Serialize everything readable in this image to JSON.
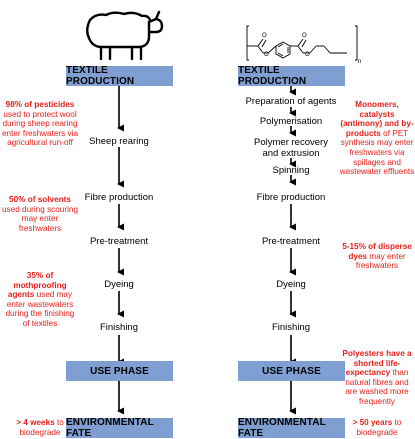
{
  "columns": [
    {
      "id": "wool",
      "icon": "sheep-icon",
      "header": "TEXTILE PRODUCTION",
      "steps": [
        "Sheep rearing",
        "Fibre production",
        "Pre-treatment",
        "Dyeing",
        "Finishing"
      ],
      "use_phase": "USE PHASE",
      "fate": "ENVIRONMENTAL FATE"
    },
    {
      "id": "polyester",
      "icon": "pet-structure-icon",
      "header": "TEXTILE PRODUCTION",
      "steps": [
        "Preparation of agents",
        "Polymerisation",
        "Polymer recovery\nand extrusion",
        "Spinning",
        "Fibre production",
        "Pre-treatment",
        "Dyeing",
        "Finishing"
      ],
      "use_phase": "USE PHASE",
      "fate": "ENVIRONMENTAL FATE"
    }
  ],
  "structure_label": "n",
  "notes_left": [
    {
      "bold": "98% of pesticides",
      "rest": " used to protect wool during sheep rearing enter freshwaters via agricultural run-off"
    },
    {
      "bold": "50% of solvents",
      "rest": " used during scouring may enter freshwaters"
    },
    {
      "bold": "35% of mothproofing agents",
      "rest": " used may enter wastewaters during the finishing of textiles"
    },
    {
      "bold": "> 4 weeks",
      "rest": " to biodegrade"
    }
  ],
  "notes_right": [
    {
      "bold": "Monomers, catalysts (antimony) and by-products",
      "rest": " of PET synthesis may enter freshwaters via spillages and wastewater effluents"
    },
    {
      "bold": "5-15% of disperse dyes",
      "rest": " may enter freshwaters"
    },
    {
      "bold": "Polyesters have a shorted life-expectancy",
      "rest": " than natural fibres and are washed more frequently"
    },
    {
      "bold": "> 50 years",
      "rest": " to biodegrade"
    }
  ],
  "colors": {
    "box": "#7f9fd2",
    "note": "#e8201c"
  }
}
